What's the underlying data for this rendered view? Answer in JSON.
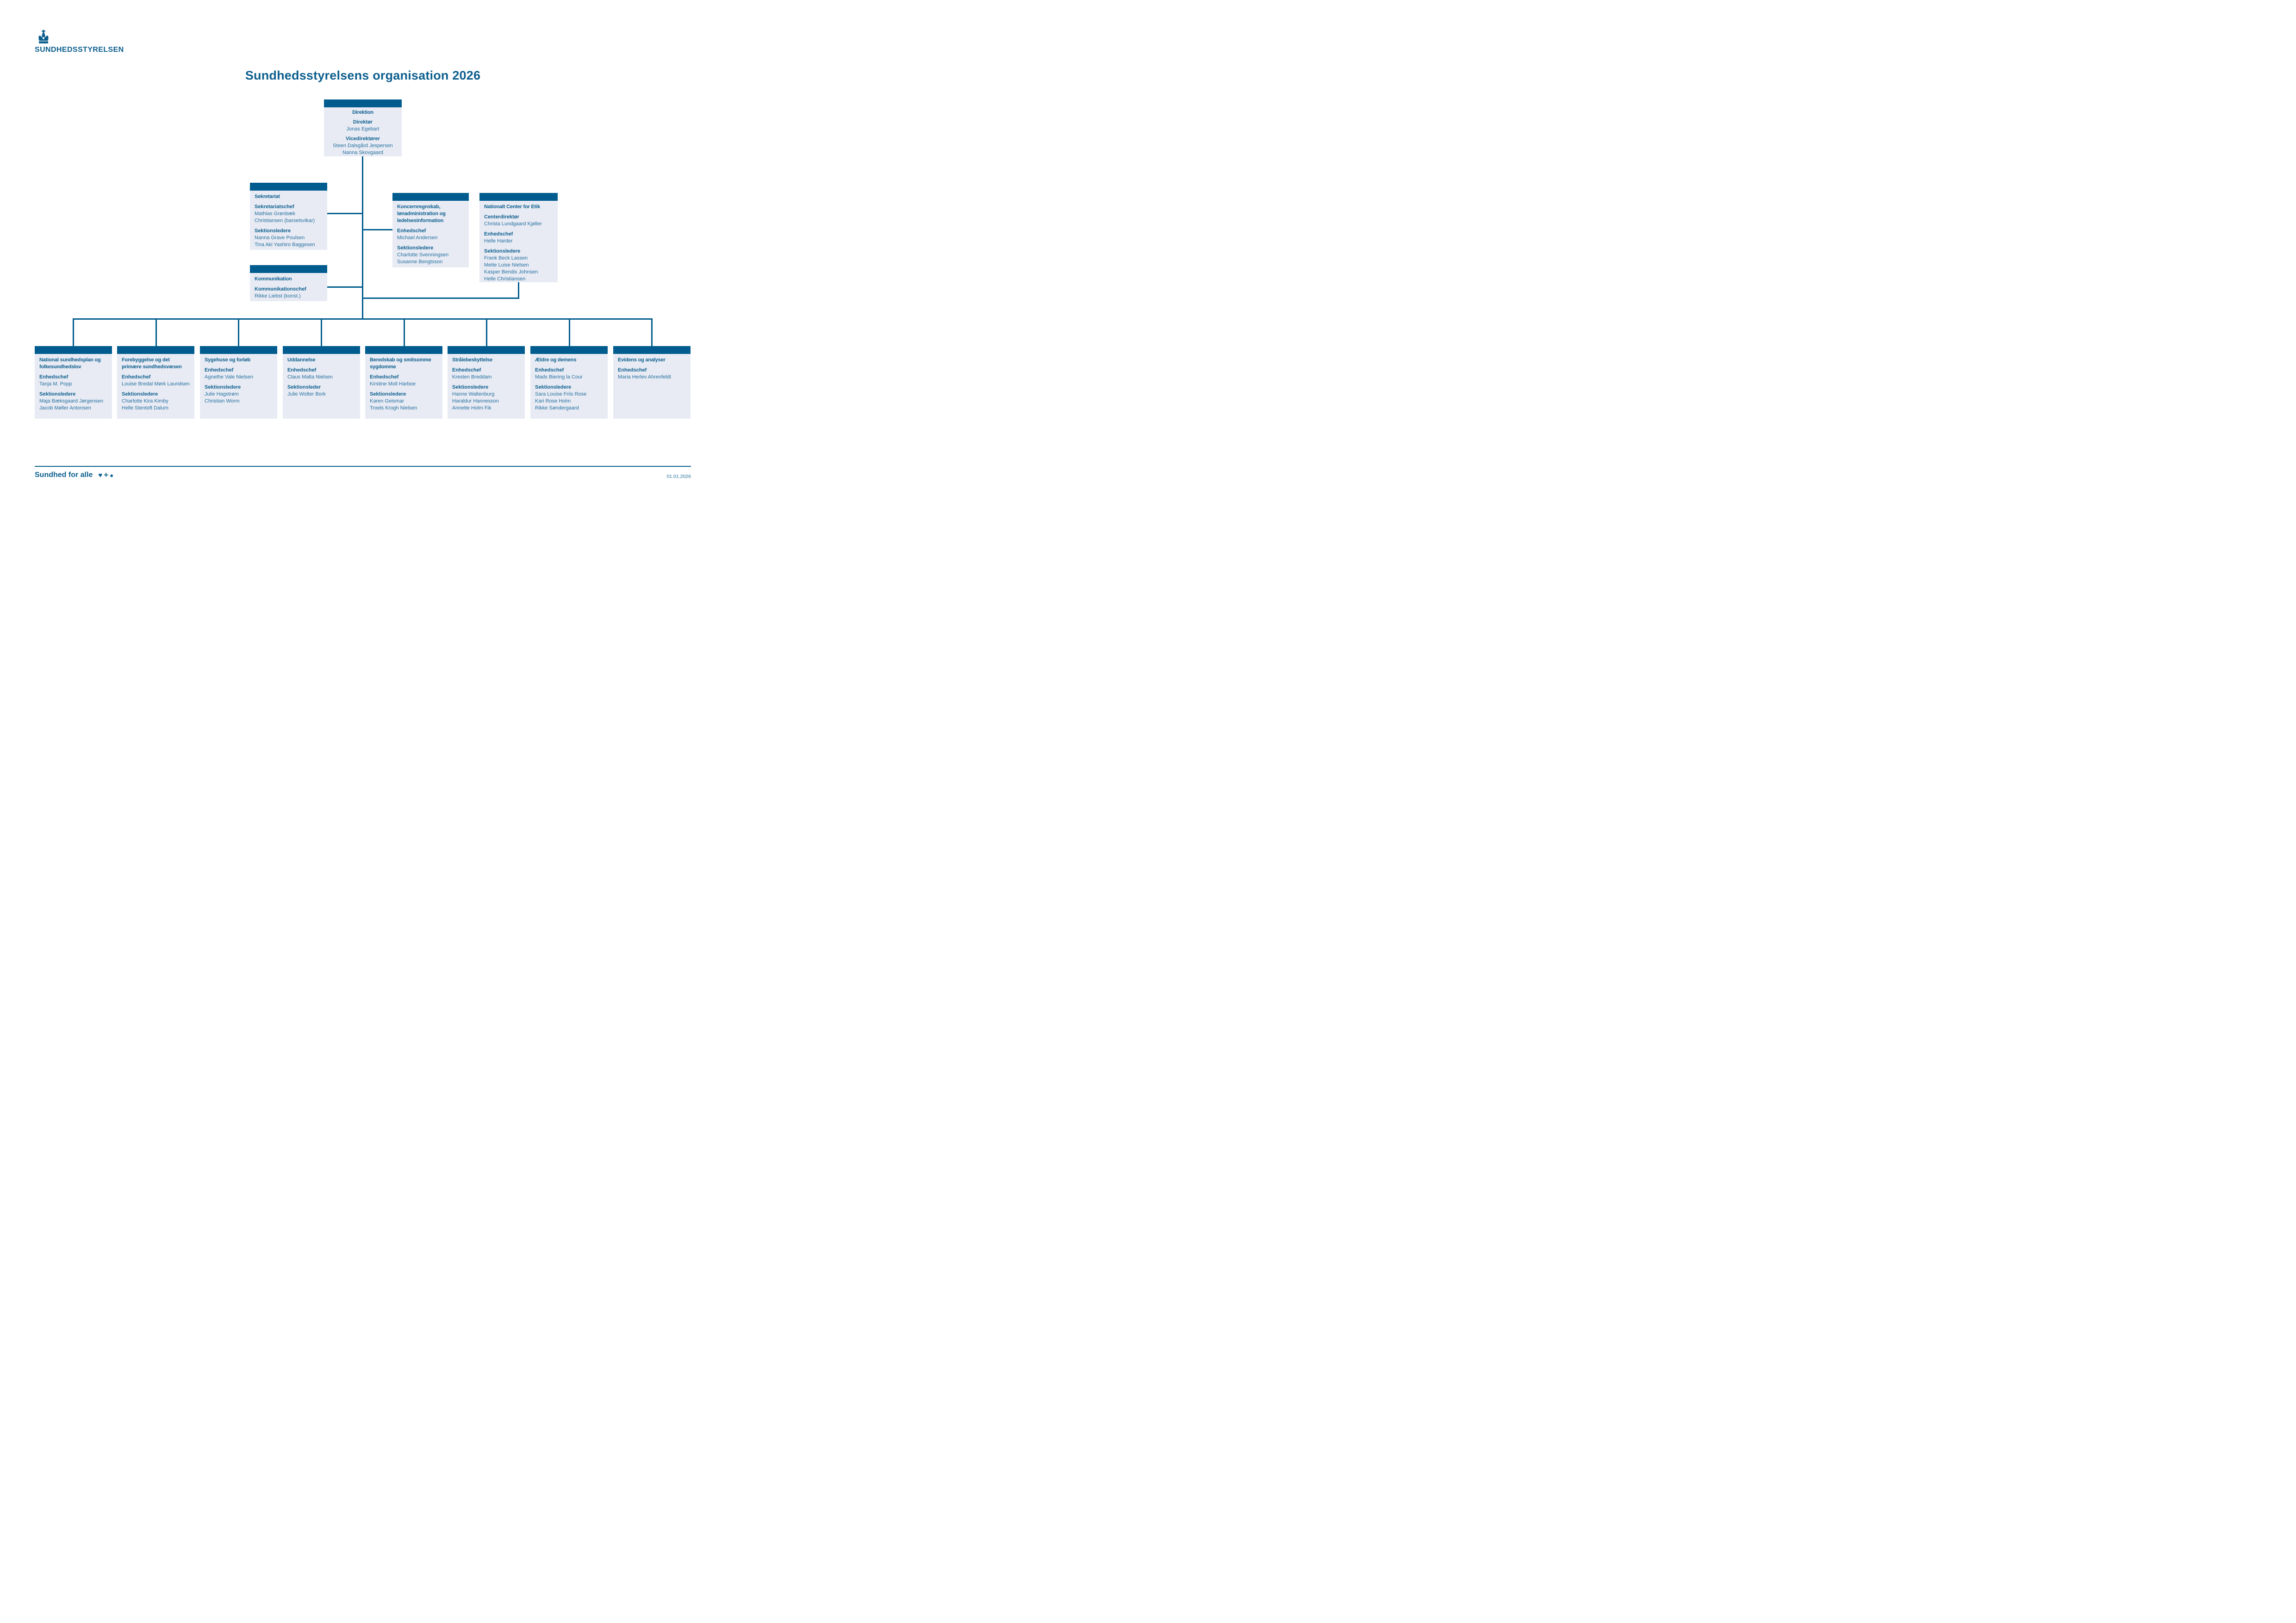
{
  "page": {
    "title": "Sundhedsstyrelsens organisation 2026"
  },
  "logo": {
    "text": "SUNDHEDSSTYRELSEN"
  },
  "colors": {
    "bar": "#005c8e",
    "bold_text": "#0d5f8e",
    "name_text": "#27719f",
    "body_bg": "#e8ebf4"
  },
  "direktion": {
    "title": "Direktion",
    "sections": [
      {
        "role": "Direktør",
        "names": [
          "Jonas Egebart"
        ]
      },
      {
        "role": "Vicedirektører",
        "names": [
          "Steen Dalsgård Jespersen",
          "Nanna Skovgaard"
        ]
      }
    ]
  },
  "staff": {
    "sekretariat": {
      "title": "Sekretariat",
      "sections": [
        {
          "role": "Sekretariatschef",
          "names": [
            "Mathias Grønbæk Christiansen (barselsvikar)"
          ]
        },
        {
          "role": "Sektionsledere",
          "names": [
            "Nanna Grave Poulsen",
            "Tina Aki Yashiro Baggesen"
          ]
        }
      ]
    },
    "koncernregnskab": {
      "title": "Koncernregnskab, lønadministration og ledelsesinformation",
      "sections": [
        {
          "role": "Enhedschef",
          "names": [
            "Michael Andersen"
          ]
        },
        {
          "role": "Sektionsledere",
          "names": [
            "Charlotte Svenningsen",
            "Susanne Bengtsson"
          ]
        }
      ]
    },
    "etik": {
      "title": "Nationalt Center for Etik",
      "sections": [
        {
          "role": "Centerdirektør",
          "names": [
            "Christa Lundgaard Kjøller"
          ]
        },
        {
          "role": "Enhedschef",
          "names": [
            "Helle Harder"
          ]
        },
        {
          "role": "Sektionsledere",
          "names": [
            "Frank Beck Lassen",
            "Mette Luise Nielsen",
            "Kasper Bendix Johnsen",
            "Helle Christiansen"
          ]
        }
      ]
    },
    "kommunikation": {
      "title": "Kommunikation",
      "sections": [
        {
          "role": "Kommunikationschef",
          "names": [
            "Rikke Liebst (konst.)"
          ]
        }
      ]
    }
  },
  "units": [
    {
      "title": "National sundhedsplan og folkesundhedslov",
      "sections": [
        {
          "role": "Enhedschef",
          "names": [
            "Tanja M. Popp"
          ]
        },
        {
          "role": "Sektionsledere",
          "names": [
            "Maja Bæksgaard Jørgensen",
            "Jacob Møller Antonsen"
          ]
        }
      ]
    },
    {
      "title": "Forebyggelse og det primære sundhedsvæsen",
      "sections": [
        {
          "role": "Enhedschef",
          "names": [
            "Louise Bredal Mørk Lauridsen"
          ]
        },
        {
          "role": "Sektionsledere",
          "names": [
            "Charlotte Kira Kimby",
            "Helle Stentoft Dalum"
          ]
        }
      ]
    },
    {
      "title": "Sygehuse og forløb",
      "sections": [
        {
          "role": "Enhedschef",
          "names": [
            "Agnethe Vale Nielsen"
          ]
        },
        {
          "role": "Sektionsledere",
          "names": [
            "Julie Hagstrøm",
            "Christian Worm"
          ]
        }
      ]
    },
    {
      "title": "Uddannelse",
      "sections": [
        {
          "role": "Enhedschef",
          "names": [
            "Claus Malta Nielsen"
          ]
        },
        {
          "role": "Sektionsleder",
          "names": [
            "Julie Wolter Bork"
          ]
        }
      ]
    },
    {
      "title": "Beredskab og smitsomme sygdomme",
      "sections": [
        {
          "role": "Enhedschef",
          "names": [
            "Kirstine Moll Harboe"
          ]
        },
        {
          "role": "Sektionsledere",
          "names": [
            "Karen Geismar",
            "Troels Krogh Nielsen"
          ]
        }
      ]
    },
    {
      "title": "Strålebeskyttelse",
      "sections": [
        {
          "role": "Enhedschef",
          "names": [
            "Kresten Breddam"
          ]
        },
        {
          "role": "Sektionsledere",
          "names": [
            "Hanne Waltenburg",
            "Haraldur Hannesson",
            "Annette Holm Fik"
          ]
        }
      ]
    },
    {
      "title": "Ældre og demens",
      "sections": [
        {
          "role": "Enhedschef",
          "names": [
            "Mads Biering la Cour"
          ]
        },
        {
          "role": "Sektionsledere",
          "names": [
            "Sara Louise Friis Rose",
            "Kari Rose Holm",
            "Rikke Søndergaard"
          ]
        }
      ]
    },
    {
      "title": "Evidens og analyser",
      "sections": [
        {
          "role": "Enhedschef",
          "names": [
            "Maria Herlev Ahrenfeldt"
          ]
        }
      ]
    }
  ],
  "footer": {
    "slogan": "Sundhed for alle",
    "date": "01.01.2026",
    "icons": [
      "heart-icon",
      "plus-icon",
      "circle-icon"
    ]
  }
}
